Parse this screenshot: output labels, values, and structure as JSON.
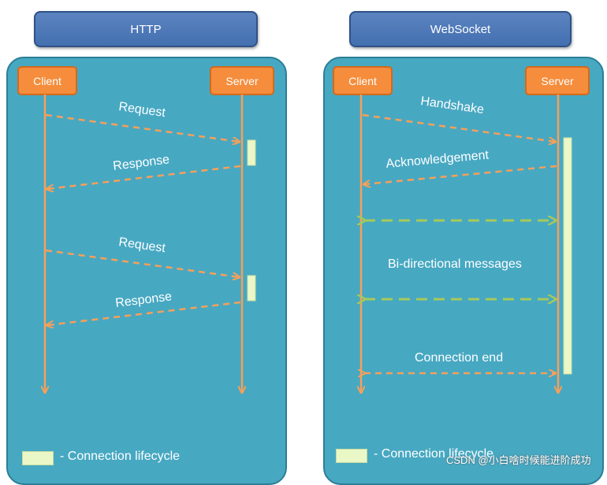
{
  "http": {
    "title": "HTTP",
    "client": "Client",
    "server": "Server",
    "messages": [
      "Request",
      "Response",
      "Request",
      "Response"
    ],
    "legend": "- Connection lifecycle"
  },
  "websocket": {
    "title": "WebSocket",
    "client": "Client",
    "server": "Server",
    "messages": [
      "Handshake",
      "Acknowledgement",
      "Bi-directional messages",
      "Connection end"
    ],
    "legend": "- Connection lifecycle"
  },
  "watermark": "CSDN @小白啥时候能进阶成功",
  "colors": {
    "panel": "#47a8c2",
    "title_box": "#4f7bbd",
    "actor": "#f58d3c",
    "arrow_orange": "#f5a05a",
    "arrow_green": "#a6c95a",
    "lifecycle": "#eaf8c8"
  }
}
